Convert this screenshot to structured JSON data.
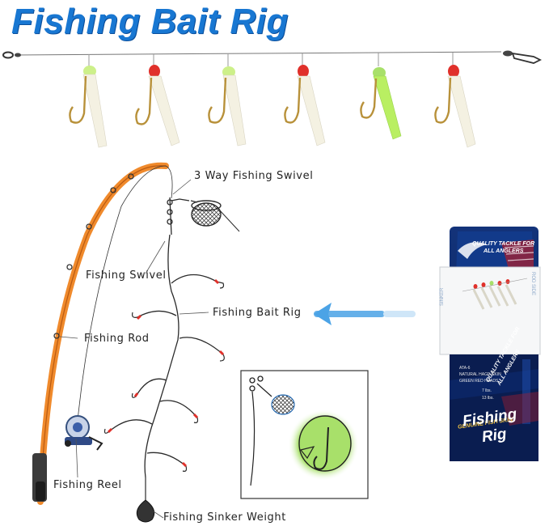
{
  "title": "Fishing Bait Rig",
  "labels": {
    "three_way_swivel": "3 Way Fishing Swivel",
    "swivel": "Fishing Swivel",
    "bait_rig": "Fishing Bait Rig",
    "rod": "Fishing Rod",
    "reel": "Fishing Reel",
    "sinker": "Fishing Sinker Weight"
  },
  "package": {
    "tagline_top_1": "QUALITY TACKLE FOR",
    "tagline_top_2": "ALL ANGLERS",
    "side_left": "SINKER",
    "side_right": "ROD SIDE",
    "tagline_mid_1": "QUALITY TACKLE FOR",
    "tagline_mid_2": "ALL ANGLERS",
    "spec_1": "ATA-6",
    "spec_2": "NATURAL HAGE-SKIN",
    "spec_3": "GREEN RED HEADS",
    "spec_4": "7 lbs.",
    "spec_5": "13 lbs.",
    "brand_sub": "GENUINE FISH SKIN",
    "brand_1": "Fishing",
    "brand_2": "Rig"
  },
  "colors": {
    "title": "#1877d2",
    "rod": "#f08a2c",
    "arrow": "#4ba3e6",
    "package": "#0e2a6b",
    "glow_green": "#a8e06a",
    "bead_red": "#e0302a"
  },
  "icons": [
    "swivel-icon",
    "hook-icon",
    "sinker-icon",
    "reel-icon",
    "arrow-icon",
    "net-icon"
  ]
}
